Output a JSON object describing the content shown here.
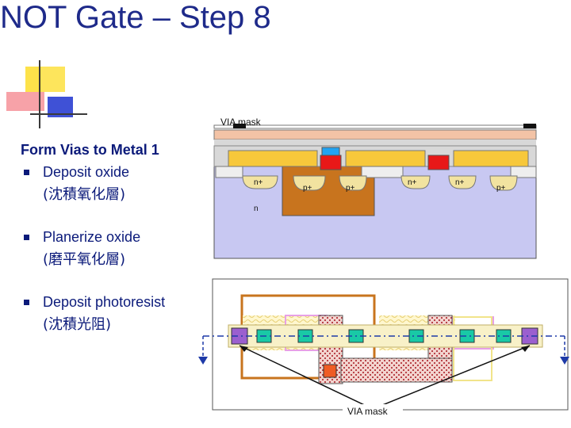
{
  "title": "NOT Gate – Step 8",
  "heading": "Form Vias to Metal 1",
  "bullets": [
    {
      "en": "Deposit oxide",
      "zh": "(沈積氧化層)"
    },
    {
      "en": "Planerize oxide",
      "zh": "(磨平氧化層)"
    },
    {
      "en": "Deposit photoresist",
      "zh": "(沈積光阻)"
    }
  ],
  "cross_section": {
    "mask_label": "VIA mask",
    "diffusion_labels": [
      "n+",
      "p+",
      "p+",
      "n+",
      "n+",
      "p+"
    ],
    "well_label": "n"
  },
  "layout_view": {
    "mask_label": "VIA mask"
  },
  "colors": {
    "title": "#1e2a8a",
    "text": "#0b1a7a",
    "substrate": "#c8c8f2",
    "nwell": "#c8741e",
    "diffusion": "#f2e3a0",
    "field_oxide": "#eeeeee",
    "metal": "#f7c83b",
    "via": "#e81818",
    "photoresist": "#f3c3a6",
    "oxide_layer": "#d8d8d8",
    "via_opening": "#21a3f2"
  }
}
